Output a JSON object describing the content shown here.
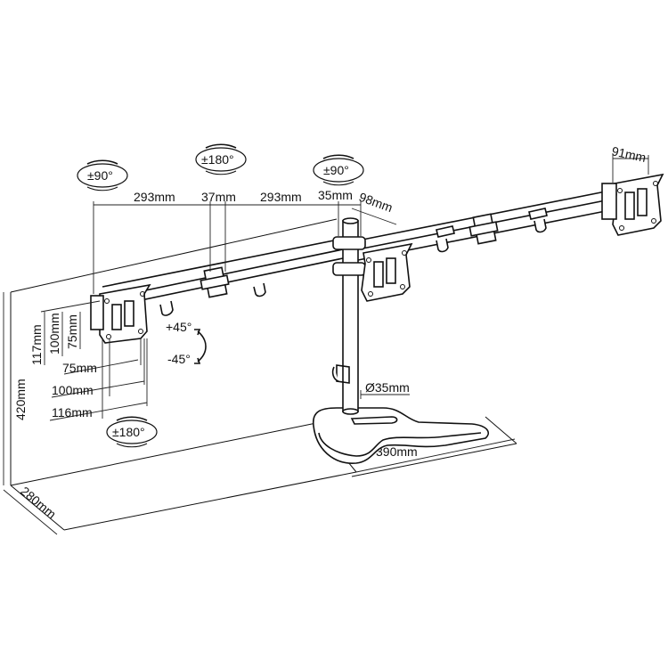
{
  "diagram": {
    "rotation_badges": {
      "left_top": "±90°",
      "mid_top": "±180°",
      "center_top": "±90°",
      "left_bottom": "±180°"
    },
    "tilt": {
      "up": "+45°",
      "down": "-45°"
    },
    "dimensions": {
      "arm_left": "293mm",
      "joint": "37mm",
      "arm_right": "293mm",
      "pole_offset": "35mm",
      "center_plate": "98mm",
      "right_plate": "91mm",
      "vesa_117": "117mm",
      "vesa_100_v": "100mm",
      "vesa_75_v": "75mm",
      "vesa_75_h": "75mm",
      "vesa_100_h": "100mm",
      "vesa_116_h": "116mm",
      "pole_diameter": "Ø35mm",
      "height": "420mm",
      "depth": "280mm",
      "base_width": "390mm"
    }
  }
}
